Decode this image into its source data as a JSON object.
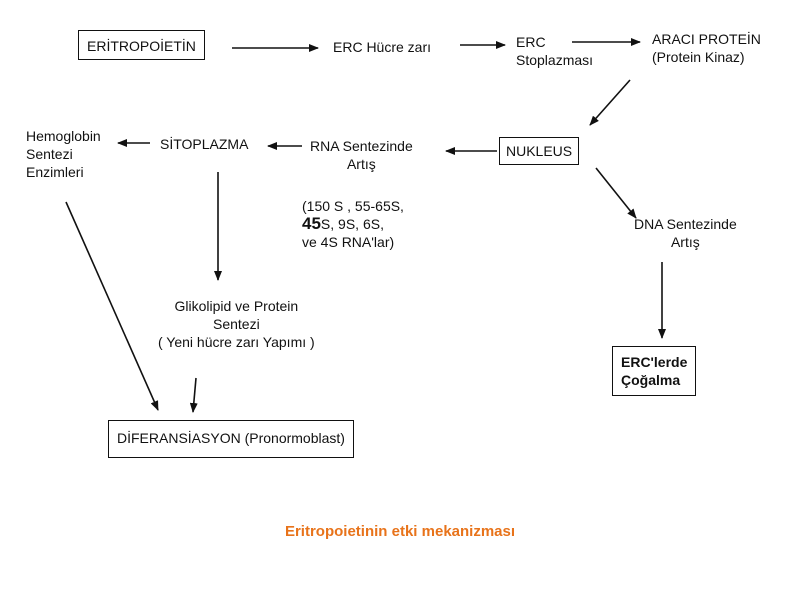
{
  "diagram": {
    "node_eritropoietin": "ERİTROPOİETİN",
    "node_erc_hucre_zari": "ERC Hücre zarı",
    "node_erc_stoplazmasi": [
      "ERC",
      "Stoplazması"
    ],
    "node_araci_protein": [
      "ARACI PROTEİN",
      "(Protein Kinaz)"
    ],
    "node_nukleus": "NUKLEUS",
    "node_rna_sentez": [
      "RNA Sentezinde",
      "Artış"
    ],
    "node_rna_types": [
      "(150 S , 55-65S,",
      "45",
      "S, 9S, 6S,",
      "ve 4S RNA'lar)"
    ],
    "node_sitoplazma": "SİTOPLAZMA",
    "node_hemoglobin": [
      "Hemoglobin",
      "Sentezi",
      "Enzimleri"
    ],
    "node_dna_sentez": [
      "DNA Sentezinde",
      "Artış"
    ],
    "node_glikolipid": [
      "Glikolipid ve Protein",
      "Sentezi",
      "( Yeni hücre zarı Yapımı )"
    ],
    "node_erc_cogalma": [
      "ERC'lerde",
      "Çoğalma"
    ],
    "node_diferansiasyon": "DİFERANSİASYON (Pronormoblast)"
  },
  "caption": "Eritropoietinin etki mekanizması",
  "colors": {
    "ink": "#111111",
    "caption": "#e8731a"
  }
}
